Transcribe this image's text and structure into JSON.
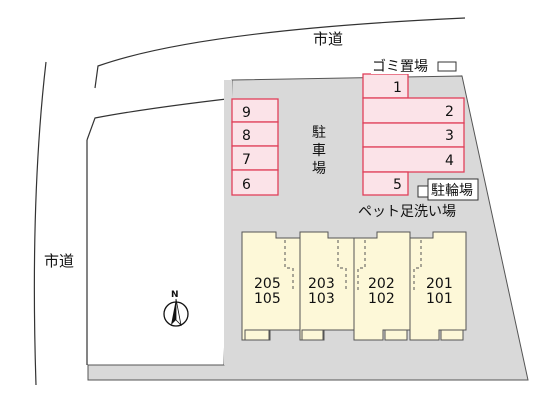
{
  "roads": {
    "top": "市道",
    "left": "市道"
  },
  "facilities": {
    "garbage": "ゴミ置場",
    "parking_label": [
      "駐",
      "車",
      "場"
    ],
    "bicycle": "駐輪場",
    "pet_wash": "ペット足洗い場"
  },
  "parking": {
    "right_column": [
      "1",
      "2",
      "3",
      "4",
      "5"
    ],
    "left_column": [
      "9",
      "8",
      "7",
      "6"
    ]
  },
  "units": [
    {
      "upper": "205",
      "lower": "105"
    },
    {
      "upper": "203",
      "lower": "103"
    },
    {
      "upper": "202",
      "lower": "102"
    },
    {
      "upper": "201",
      "lower": "101"
    }
  ],
  "compass": {
    "north": "N"
  },
  "colors": {
    "site": "#d9d9d9",
    "parking_fill": "#fbe3e8",
    "parking_stroke": "#e0405a",
    "building": "#fdf8d8",
    "building_stroke": "#555555"
  }
}
